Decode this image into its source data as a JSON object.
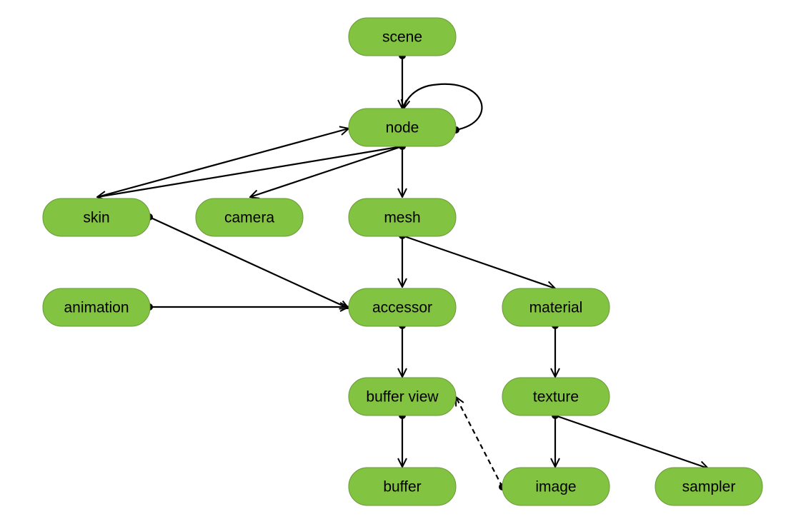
{
  "colors": {
    "node_fill": "#82c341",
    "edge": "#000000"
  },
  "nodes": [
    {
      "id": "scene",
      "label": "scene"
    },
    {
      "id": "node",
      "label": "node"
    },
    {
      "id": "skin",
      "label": "skin"
    },
    {
      "id": "camera",
      "label": "camera"
    },
    {
      "id": "mesh",
      "label": "mesh"
    },
    {
      "id": "animation",
      "label": "animation"
    },
    {
      "id": "accessor",
      "label": "accessor"
    },
    {
      "id": "material",
      "label": "material"
    },
    {
      "id": "buffer_view",
      "label": "buffer view"
    },
    {
      "id": "texture",
      "label": "texture"
    },
    {
      "id": "buffer",
      "label": "buffer"
    },
    {
      "id": "image",
      "label": "image"
    },
    {
      "id": "sampler",
      "label": "sampler"
    }
  ],
  "edges": [
    {
      "from": "scene",
      "to": "node",
      "style": "solid"
    },
    {
      "from": "node",
      "to": "node",
      "style": "solid"
    },
    {
      "from": "node",
      "to": "skin",
      "style": "solid"
    },
    {
      "from": "node",
      "to": "camera",
      "style": "solid"
    },
    {
      "from": "node",
      "to": "mesh",
      "style": "solid"
    },
    {
      "from": "skin",
      "to": "node",
      "style": "solid"
    },
    {
      "from": "skin",
      "to": "accessor",
      "style": "solid"
    },
    {
      "from": "animation",
      "to": "accessor",
      "style": "solid"
    },
    {
      "from": "mesh",
      "to": "accessor",
      "style": "solid"
    },
    {
      "from": "mesh",
      "to": "material",
      "style": "solid"
    },
    {
      "from": "accessor",
      "to": "buffer_view",
      "style": "solid"
    },
    {
      "from": "material",
      "to": "texture",
      "style": "solid"
    },
    {
      "from": "buffer_view",
      "to": "buffer",
      "style": "solid"
    },
    {
      "from": "texture",
      "to": "image",
      "style": "solid"
    },
    {
      "from": "texture",
      "to": "sampler",
      "style": "solid"
    },
    {
      "from": "image",
      "to": "buffer_view",
      "style": "dashed"
    }
  ]
}
